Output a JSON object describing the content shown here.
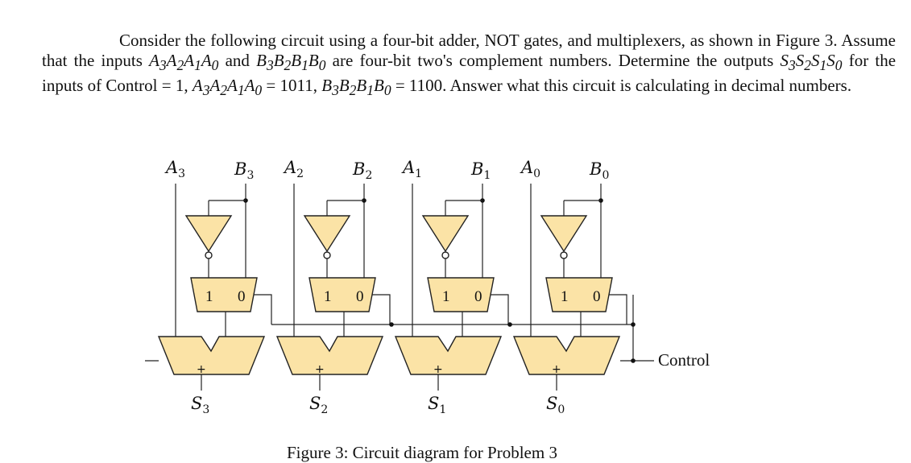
{
  "problem": {
    "intro": "Consider the following circuit using a four-bit adder, NOT gates, and multiplexers, as shown in Figure 3. Assume that the inputs",
    "and": "and",
    "are_text": "are four-bit two's complement numbers. Determine the outputs",
    "for_text": "for the inputs of Control = 1,",
    "a_value": "= 1011,",
    "b_value": "= 1100.",
    "question": "Answer what this circuit is calculating in decimal numbers.",
    "a_word": "A3A2A1A0",
    "b_word": "B3B2B1B0",
    "s_word": "S3S2S1S0"
  },
  "circuit": {
    "bits": [
      {
        "a": "A",
        "a_sub": "3",
        "b": "B",
        "b_sub": "3",
        "s": "S",
        "s_sub": "3"
      },
      {
        "a": "A",
        "a_sub": "2",
        "b": "B",
        "b_sub": "2",
        "s": "S",
        "s_sub": "2"
      },
      {
        "a": "A",
        "a_sub": "1",
        "b": "B",
        "b_sub": "1",
        "s": "S",
        "s_sub": "1"
      },
      {
        "a": "A",
        "a_sub": "0",
        "b": "B",
        "b_sub": "0",
        "s": "S",
        "s_sub": "0"
      }
    ],
    "mux_in1": "1",
    "mux_in0": "0",
    "adder_symbol": "+",
    "control_label": "Control"
  },
  "caption": "Figure 3: Circuit diagram for Problem 3"
}
